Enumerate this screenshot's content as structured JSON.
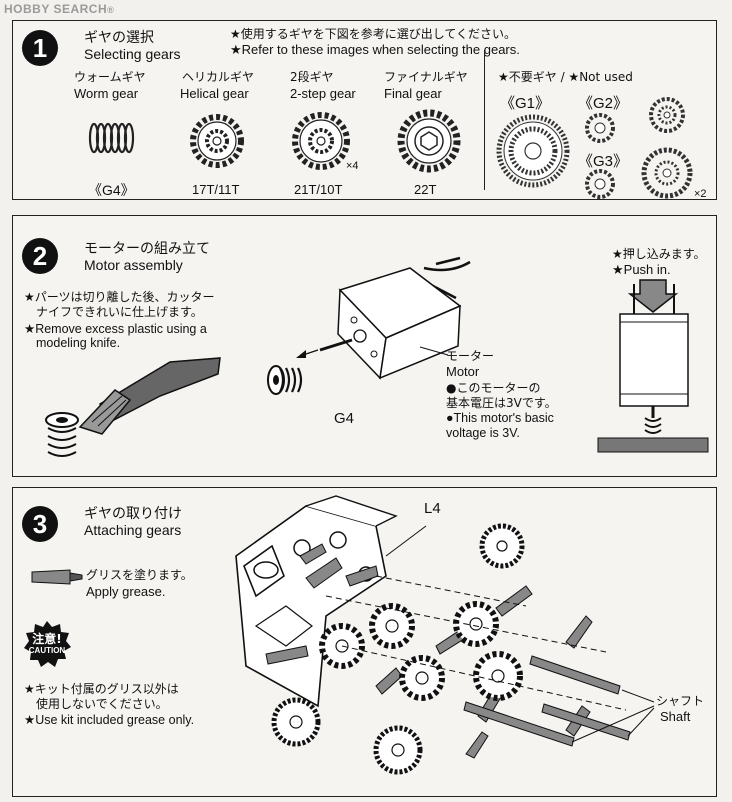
{
  "watermark": {
    "brand": "HOBBY SEARCH",
    "reg_mark": "®"
  },
  "step1": {
    "number": "1",
    "title_ja": "ギヤの選択",
    "title_en": "Selecting gears",
    "note_ja": "★使用するギヤを下図を参考に選び出してください。",
    "note_en": "★Refer to these images when selecting the gears.",
    "gears": [
      {
        "name_ja": "ウォームギヤ",
        "name_en": "Worm gear",
        "code": "《G4》",
        "qty": ""
      },
      {
        "name_ja": "ヘリカルギヤ",
        "name_en": "Helical gear",
        "code": "17T/11T",
        "qty": ""
      },
      {
        "name_ja": "2段ギヤ",
        "name_en": "2-step gear",
        "code": "21T/10T",
        "qty": "×4"
      },
      {
        "name_ja": "ファイナルギヤ",
        "name_en": "Final gear",
        "code": "22T",
        "qty": ""
      }
    ],
    "not_used": {
      "label": "★不要ギヤ / ★Not used",
      "codes": [
        "《G1》",
        "《G2》",
        "《G3》"
      ],
      "qty": "×2"
    }
  },
  "step2": {
    "number": "2",
    "title_ja": "モーターの組み立て",
    "title_en": "Motor assembly",
    "note_ja": [
      "★パーツは切り離した後、カッター",
      "ナイフできれいに仕上げます。"
    ],
    "note_en": [
      "★Remove excess plastic using a",
      "modeling knife."
    ],
    "part_label": "G4",
    "motor_ja": "モーター",
    "motor_en": "Motor",
    "voltage_ja": [
      "●このモーターの",
      "基本電圧は3Vです。"
    ],
    "voltage_en": [
      "●This motor's basic",
      "voltage is 3V."
    ],
    "push_ja": "★押し込みます。",
    "push_en": "★Push in."
  },
  "step3": {
    "number": "3",
    "title_ja": "ギヤの取り付け",
    "title_en": "Attaching gears",
    "grease_ja": "グリスを塗ります。",
    "grease_en": "Apply grease.",
    "caution_ja": "注意!",
    "caution_en": "CAUTION",
    "caution_note_ja": [
      "★キット付属のグリス以外は",
      "使用しないでください。"
    ],
    "caution_note_en": "★Use kit included grease only.",
    "part_label": "L4",
    "shaft_ja": "シャフト",
    "shaft_en": "Shaft"
  },
  "colors": {
    "ink": "#111111",
    "paper": "#f5f4f1",
    "grey_part": "#8a8a8a"
  }
}
